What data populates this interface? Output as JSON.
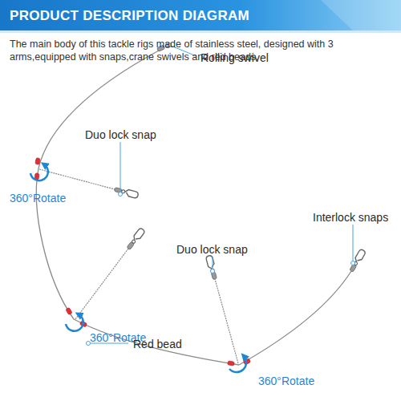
{
  "diagram": {
    "title": "PRODUCT DESCRIPTION DIAGRAM",
    "labels": [
      "The main body of this tackle rigs made of stainless steel, designed with 3 arms,equipped with snaps,crane swivels and red beads.",
      "Rolling swivel",
      "Duo lock snap",
      "360°Rotate",
      "Interlock snaps",
      "Duo lock snap",
      "360°Rotate",
      "Red bead",
      "360°Rotate"
    ]
  }
}
